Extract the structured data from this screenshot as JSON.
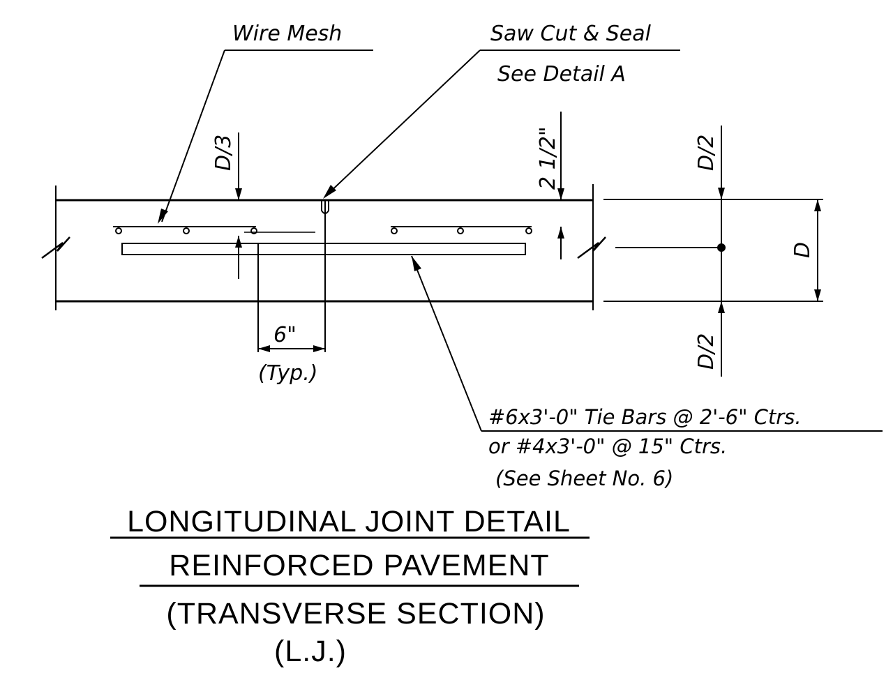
{
  "labels": {
    "wire_mesh": "Wire Mesh",
    "saw_cut_1": "Saw Cut & Seal",
    "saw_cut_2": "See Detail A",
    "d_third": "D/3",
    "two_half": "2 1/2\"",
    "d_half_top": "D/2",
    "d_half_bottom": "D/2",
    "d": "D",
    "six_in": "6\"",
    "typ": "(Typ.)",
    "tie_1": "#6x3'-0\" Tie Bars @ 2'-6\" Ctrs.",
    "tie_2": "or #4x3'-0\" @ 15\" Ctrs.",
    "tie_3": "(See Sheet No. 6)"
  },
  "title": {
    "line1": "LONGITUDINAL JOINT DETAIL",
    "line2": "REINFORCED PAVEMENT",
    "line3": "(TRANSVERSE SECTION)",
    "line4": "(L.J.)"
  }
}
